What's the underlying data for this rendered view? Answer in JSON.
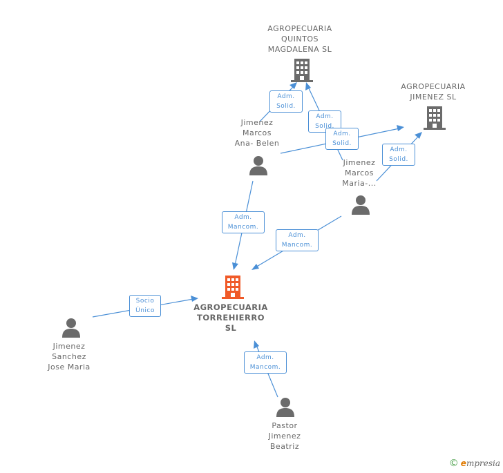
{
  "nodes": {
    "quintos": {
      "label": [
        "AGROPECUARIA",
        "QUINTOS",
        "MAGDALENA SL"
      ],
      "color": "#6b6b6b"
    },
    "jimenez_sl": {
      "label": [
        "AGROPECUARIA",
        "JIMENEZ SL"
      ],
      "color": "#6b6b6b"
    },
    "torrehierro": {
      "label": [
        "AGROPECUARIA",
        "TORREHIERRO",
        "SL"
      ],
      "color": "#f05a28"
    },
    "ana_belen": {
      "label": [
        "Jimenez",
        "Marcos",
        "Ana-  Belen"
      ]
    },
    "maria": {
      "label": [
        "Jimenez",
        "Marcos",
        "Maria-..."
      ]
    },
    "jose_maria": {
      "label": [
        "Jimenez",
        "Sanchez",
        "Jose Maria"
      ]
    },
    "beatriz": {
      "label": [
        "Pastor",
        "Jimenez",
        "Beatriz"
      ]
    }
  },
  "relations": {
    "r1": [
      "Adm.",
      "Solid."
    ],
    "r2": [
      "Adm.",
      "Solid."
    ],
    "r3": [
      "Adm.",
      "Solid."
    ],
    "r4": [
      "Adm.",
      "Solid."
    ],
    "r5": [
      "Adm.",
      "Mancom."
    ],
    "r6": [
      "Adm.",
      "Mancom."
    ],
    "r7": [
      "Socio",
      "Único"
    ],
    "r8": [
      "Adm.",
      "Mancom."
    ]
  },
  "colors": {
    "edge": "#4a8fd6",
    "person": "#6b6b6b"
  },
  "brand": {
    "copyright": "©",
    "e": "e",
    "rest": "mpresia"
  }
}
